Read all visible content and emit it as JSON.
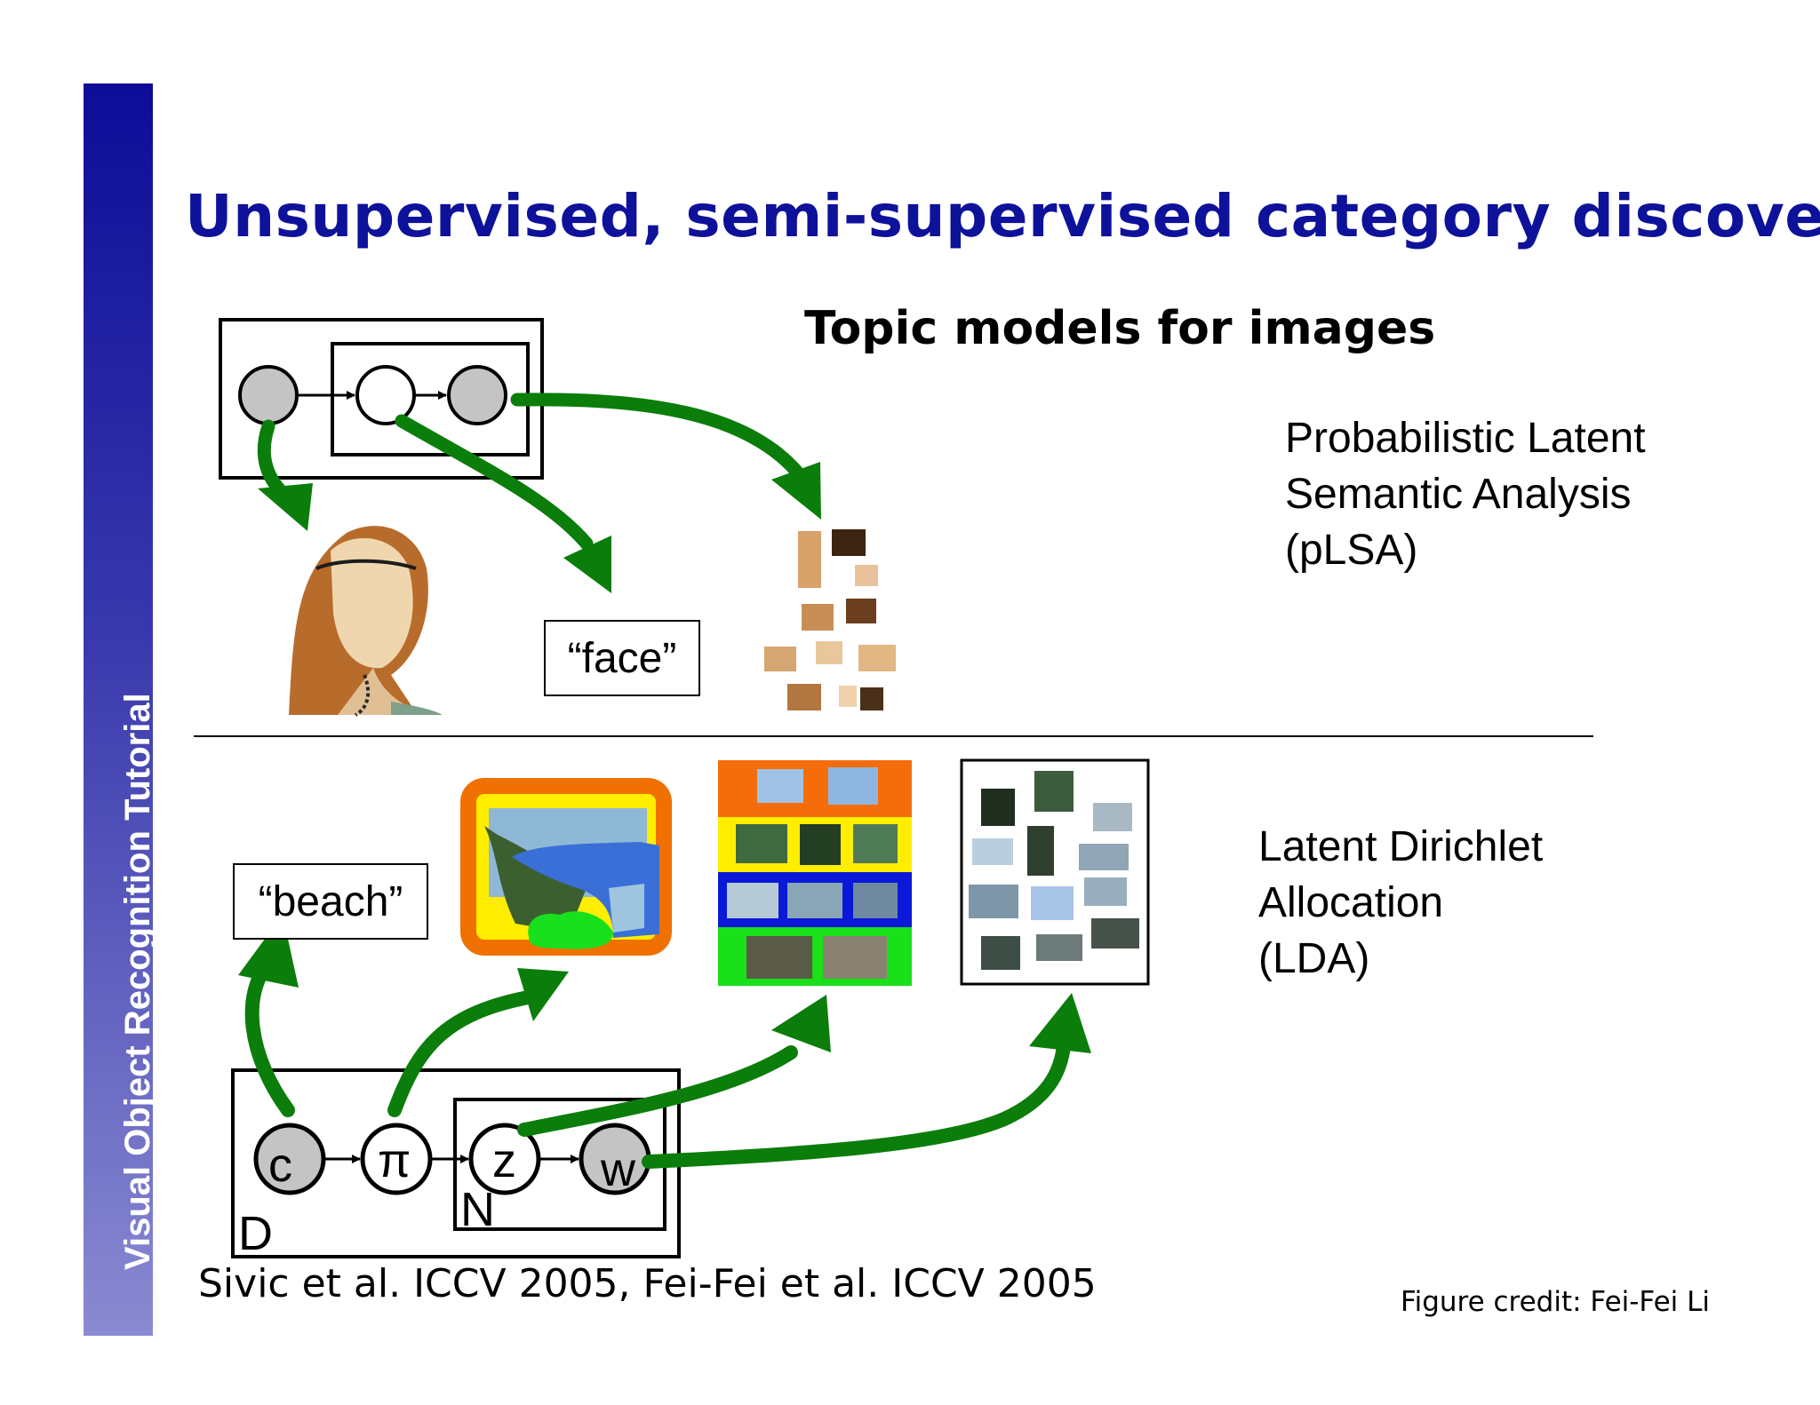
{
  "sidebar": {
    "text": "Visual Object Recognition Tutorial"
  },
  "slide": {
    "title": "Unsupervised, semi-supervised category discovery",
    "subtitle": "Topic models for images"
  },
  "plsa": {
    "label_lines": [
      "Probabilistic Latent",
      "Semantic Analysis",
      "(pLSA)"
    ],
    "tag": "“face”"
  },
  "lda": {
    "label_lines": [
      "Latent Dirichlet",
      "Allocation",
      "(LDA)"
    ],
    "tag": "“beach”",
    "nodes": {
      "c": "c",
      "pi": "π",
      "z": "z",
      "w": "w"
    },
    "plates": {
      "outer": "D",
      "inner": "N"
    }
  },
  "footer": {
    "citation": "Sivic et al. ICCV 2005, Fei-Fei et al. ICCV 2005",
    "credit": "Figure credit: Fei-Fei Li"
  },
  "colors": {
    "arrow_green": "#0b7d0b",
    "title_blue": "#0e1199",
    "node_gray": "#c4c4c4"
  }
}
